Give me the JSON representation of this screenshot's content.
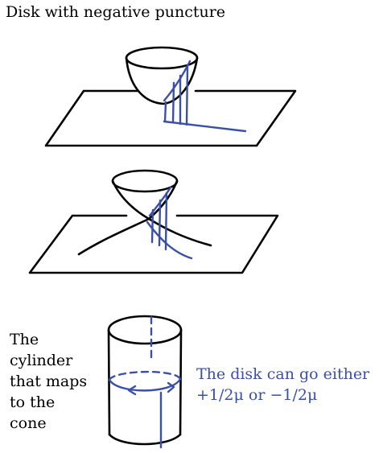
{
  "title": "Disk with negative puncture",
  "side_label_lines": [
    "The",
    "cylinder",
    "that maps",
    "to the",
    "cone"
  ],
  "blue_note": {
    "line1": "The disk can go either",
    "line2": "+1/2μ or −1/2μ"
  },
  "colors": {
    "ink": "#000000",
    "blue": "#3a4fa8"
  }
}
